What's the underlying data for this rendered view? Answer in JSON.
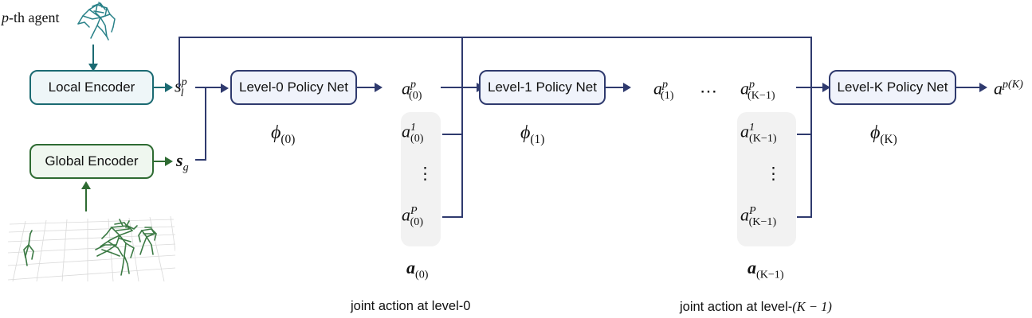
{
  "diagram": {
    "title": "Hierarchical Level-K policy network architecture",
    "colors": {
      "policy_border": "#2f3a6e",
      "policy_fill": "#f0f3fb",
      "local_encoder_border": "#1b6a72",
      "local_encoder_fill": "#eef6f8",
      "global_encoder_border": "#2e6b32",
      "global_encoder_fill": "#eff7ef",
      "group_panel": "#f2f2f2",
      "local_skeleton": "#2a8289",
      "global_skeleton": "#3b7a44",
      "grid_floor": "#d8d8d8"
    },
    "labels": {
      "agent_caption": "-th agent",
      "agent_symbol": "p"
    },
    "encoders": [
      {
        "name": "local-encoder",
        "label": "Local Encoder",
        "output_symbol": "s",
        "output_sup": "p",
        "output_sub": "l"
      },
      {
        "name": "global-encoder",
        "label": "Global Encoder",
        "output_symbol": "s",
        "output_sup": "",
        "output_sub": "g"
      }
    ],
    "policy_nets": [
      {
        "name": "level-0",
        "label": "Level-0 Policy Net",
        "param_symbol": "ϕ",
        "param_sub": "(0)"
      },
      {
        "name": "level-1",
        "label": "Level-1 Policy Net",
        "param_symbol": "ϕ",
        "param_sub": "(1)"
      },
      {
        "name": "level-K",
        "label": "Level-K Policy Net",
        "param_symbol": "ϕ",
        "param_sub": "(K)"
      }
    ],
    "action_groups": [
      {
        "name": "level-0-actions",
        "ego_action": {
          "base": "a",
          "sup": "p",
          "sub": "(0)"
        },
        "members": [
          {
            "base": "a",
            "sup": "1",
            "sub": "(0)"
          },
          {
            "base": "a",
            "sup": "P",
            "sub": "(0)"
          }
        ],
        "joint_symbol": {
          "base": "a",
          "sub": "(0)"
        },
        "caption": "joint action at level-0"
      },
      {
        "name": "level-K-minus-1-actions",
        "ego_action": {
          "base": "a",
          "sup": "p",
          "sub": "(K−1)"
        },
        "members": [
          {
            "base": "a",
            "sup": "1",
            "sub": "(K−1)"
          },
          {
            "base": "a",
            "sup": "P",
            "sub": "(K−1)"
          }
        ],
        "joint_symbol": {
          "base": "a",
          "sub": "(K−1)"
        },
        "caption_prefix": "joint action at level-",
        "caption_math": "(K − 1)"
      }
    ],
    "intermediate_action": {
      "base": "a",
      "sup": "p",
      "sub": "(1)"
    },
    "ellipsis": "⋯",
    "vertical_ellipsis": "⋮",
    "final_output": {
      "base": "a",
      "sup": "p(K)"
    }
  }
}
